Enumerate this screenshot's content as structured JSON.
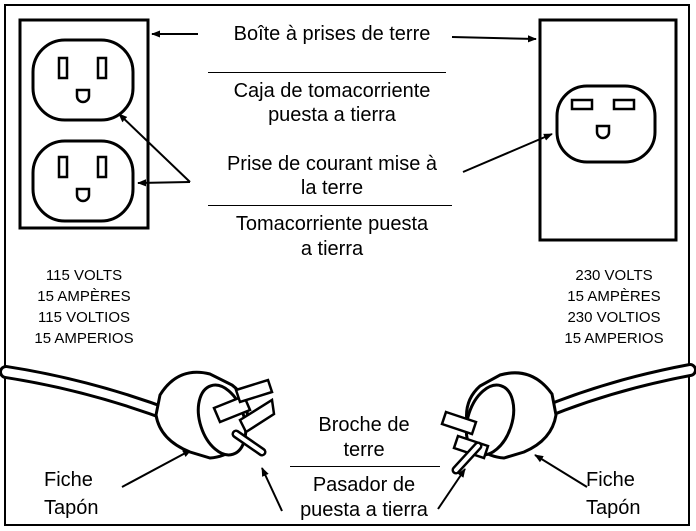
{
  "top_label": {
    "fr": "Boîte à prises de terre",
    "es_line1": "Caja de tomacorriente",
    "es_line2": "puesta a tierra"
  },
  "mid_label": {
    "fr_line1": "Prise de courant mise à",
    "fr_line2": "la terre",
    "es_line1": "Tomacorriente puesta",
    "es_line2": "a tierra"
  },
  "left_rating": [
    "115 VOLTS",
    "15 AMPÈRES",
    "115 VOLTIOS",
    "15 AMPERIOS"
  ],
  "right_rating": [
    "230 VOLTS",
    "15 AMPÈRES",
    "230 VOLTIOS",
    "15 AMPERIOS"
  ],
  "pin_label": {
    "fr_line1": "Broche de",
    "fr_line2": "terre",
    "es_line1": "Pasador de",
    "es_line2": "puesta a tierra"
  },
  "plug_left": {
    "fr": "Fiche",
    "es": "Tapón"
  },
  "plug_right": {
    "fr": "Fiche",
    "es": "Tapón"
  }
}
